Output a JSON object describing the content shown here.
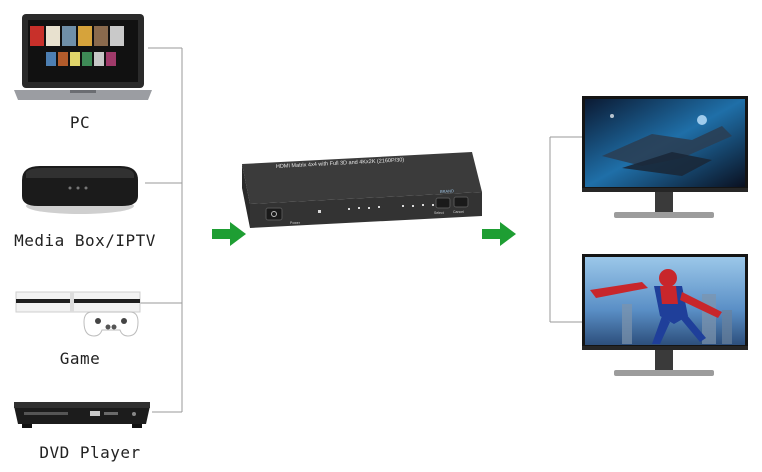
{
  "sources": [
    {
      "label": "PC",
      "icon": "laptop-icon"
    },
    {
      "label": "Media Box/IPTV",
      "icon": "media-box-icon"
    },
    {
      "label": "Game",
      "icon": "game-console-icon"
    },
    {
      "label": "DVD Player",
      "icon": "dvd-player-icon"
    }
  ],
  "switch": {
    "model_text": "HDMI Matrix 4x4 with Full 3D and 4Kx2K (2160P/30)",
    "power_label": "Power",
    "select_label": "Select",
    "cancel_label": "Cancel",
    "brand_label": "BRAND"
  },
  "arrows": {
    "color": "#1e9e33"
  },
  "displays": [
    {
      "icon": "monitor-icon",
      "screen": "space-battle"
    },
    {
      "icon": "monitor-icon",
      "screen": "spider-man"
    }
  ]
}
